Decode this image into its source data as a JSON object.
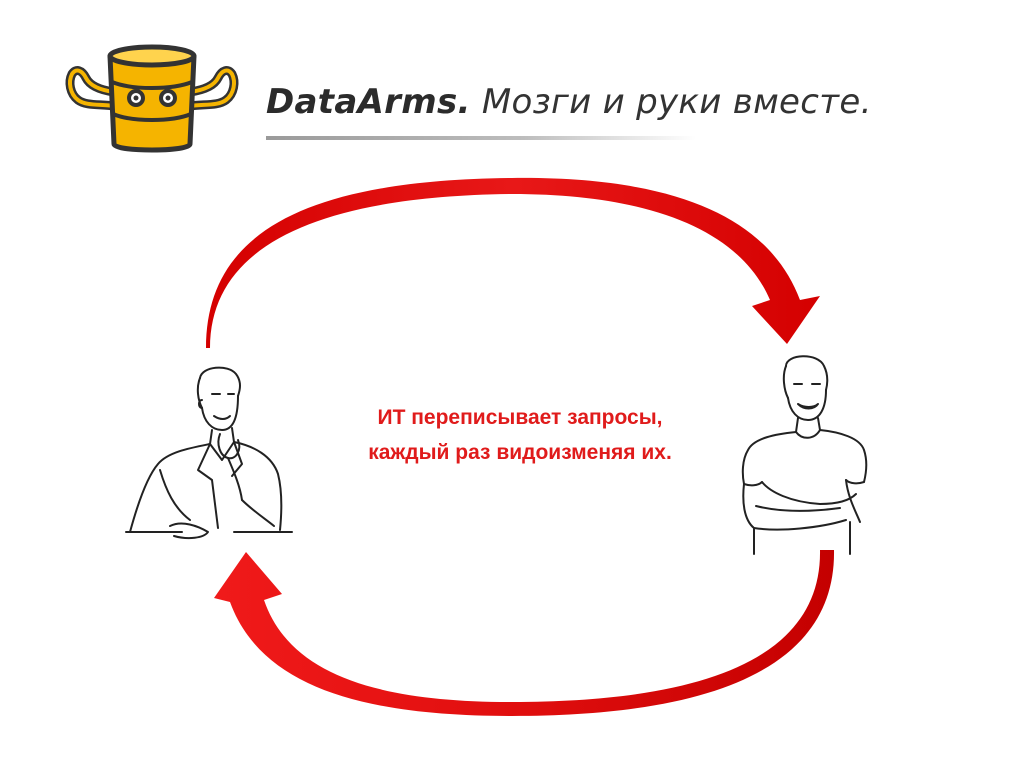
{
  "header": {
    "brand": "DataArms.",
    "tagline": "Мозги и руки вместе."
  },
  "diagram": {
    "caption_lines": [
      "ИТ переписывает запросы,",
      "каждый раз видоизменяя их."
    ],
    "arrow_color": "#e01b1b",
    "logo_color": "#f5b400",
    "nodes": [
      "business-person-icon",
      "it-person-icon"
    ]
  }
}
